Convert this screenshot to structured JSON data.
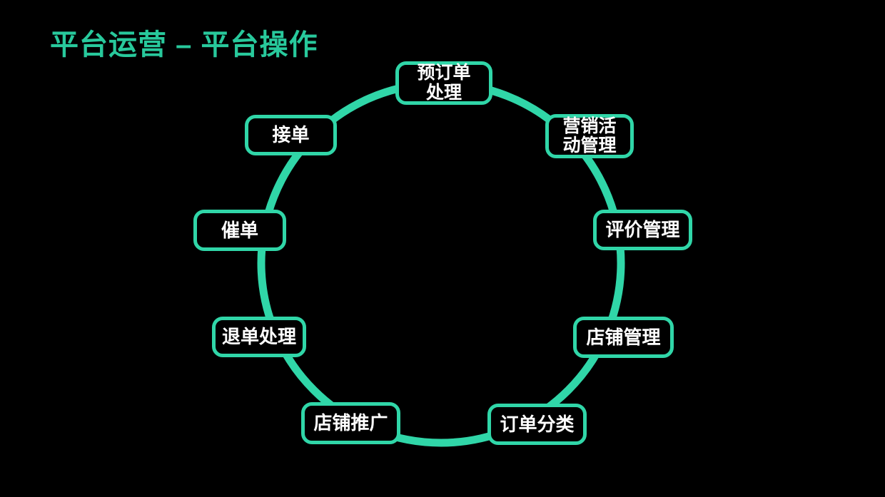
{
  "title": "平台运营 – 平台操作",
  "colors": {
    "background": "#000000",
    "title": "#28C99C",
    "shape": "#30D6A8",
    "node_text": "#FFFFFF"
  },
  "diagram": {
    "type": "cycle",
    "nodes": [
      {
        "id": "reserve-order-processing",
        "label": "预订单\n处理"
      },
      {
        "id": "marketing-campaign-management",
        "label": "营销活\n动管理"
      },
      {
        "id": "review-management",
        "label": "评价管理"
      },
      {
        "id": "store-management",
        "label": "店铺管理"
      },
      {
        "id": "order-classification",
        "label": "订单分类"
      },
      {
        "id": "store-promotion",
        "label": "店铺推广"
      },
      {
        "id": "refund-order-processing",
        "label": "退单处理"
      },
      {
        "id": "order-reminder",
        "label": "催单"
      },
      {
        "id": "order-acceptance",
        "label": "接单"
      }
    ]
  }
}
